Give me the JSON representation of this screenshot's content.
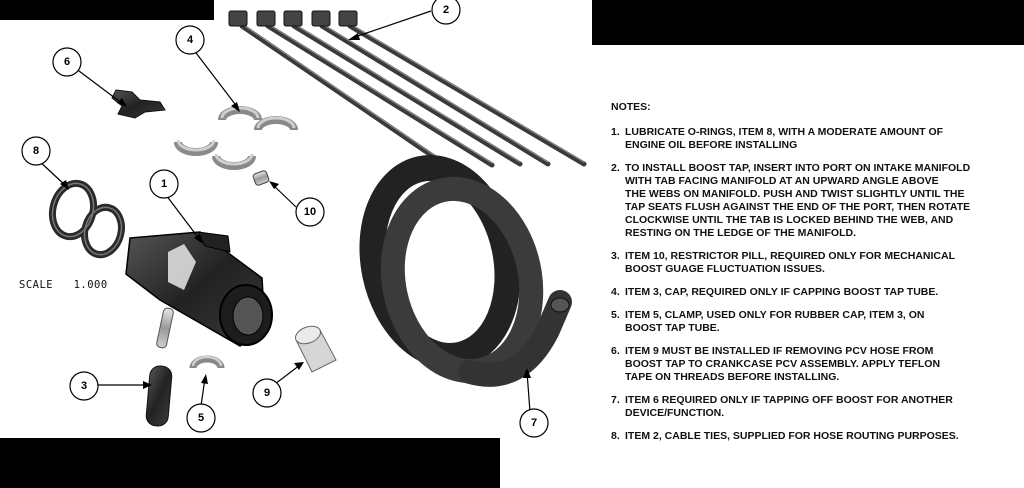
{
  "scale_label": "SCALE   1.000",
  "callouts": [
    "1",
    "2",
    "3",
    "4",
    "5",
    "6",
    "7",
    "8",
    "9",
    "10"
  ],
  "notes": {
    "title": "NOTES:",
    "items": [
      {
        "num": "1.",
        "text": "LUBRICATE O-RINGS, ITEM 8, WITH A MODERATE AMOUNT OF\nENGINE OIL BEFORE INSTALLING"
      },
      {
        "num": "2.",
        "text": "TO INSTALL BOOST TAP, INSERT INTO PORT ON INTAKE MANIFOLD\nWITH TAB FACING MANIFOLD AT AN UPWARD ANGLE ABOVE\nTHE WEBS ON MANIFOLD. PUSH AND TWIST SLIGHTLY UNTIL THE\nTAP SEATS FLUSH AGAINST THE END OF THE PORT, THEN ROTATE\nCLOCKWISE UNTIL THE TAB IS LOCKED BEHIND THE WEB, AND\nRESTING ON THE LEDGE OF THE MANIFOLD."
      },
      {
        "num": "3.",
        "text": "ITEM 10, RESTRICTOR PILL,  REQUIRED ONLY FOR MECHANICAL\nBOOST GUAGE FLUCTUATION ISSUES."
      },
      {
        "num": "4.",
        "text": "ITEM 3, CAP, REQUIRED ONLY IF CAPPING BOOST TAP TUBE."
      },
      {
        "num": "5.",
        "text": "ITEM 5, CLAMP, USED ONLY FOR RUBBER CAP, ITEM 3, ON\nBOOST TAP TUBE."
      },
      {
        "num": "6.",
        "text": "ITEM 9 MUST BE INSTALLED IF REMOVING PCV HOSE FROM\nBOOST TAP TO CRANKCASE PCV ASSEMBLY. APPLY TEFLON\nTAPE ON THREADS BEFORE INSTALLING."
      },
      {
        "num": "7.",
        "text": "ITEM 6 REQUIRED ONLY IF TAPPING OFF BOOST FOR ANOTHER\nDEVICE/FUNCTION."
      },
      {
        "num": "8.",
        "text": "ITEM 2, CABLE TIES, SUPPLIED FOR HOSE ROUTING PURPOSES."
      }
    ]
  }
}
